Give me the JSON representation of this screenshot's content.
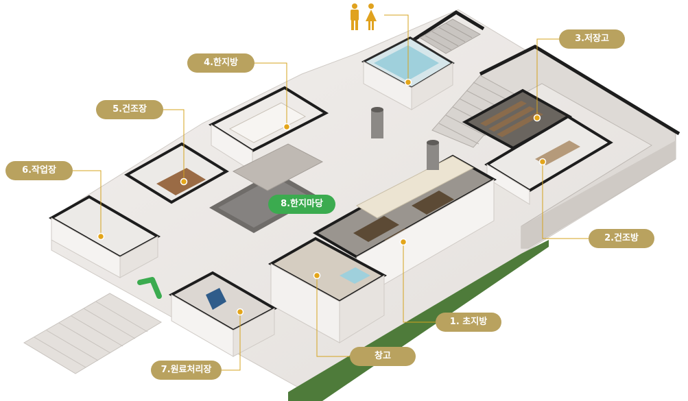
{
  "accent_colors": {
    "label": "#b9a25f",
    "label_highlight": "#3bab4f",
    "marker": "#e3a51a"
  },
  "icons": [
    "restroom-man-icon",
    "restroom-woman-icon",
    "entrance-arrow-icon"
  ],
  "labels": {
    "choji": "1. 초지방",
    "geonjo_room": "2.건조방",
    "storage_low": "3.저장고",
    "hanji_room": "4.한지방",
    "drying_yard": "5.건조장",
    "workshop": "6.작업장",
    "raw_material": "7.원료처리장",
    "hanji_yard": "8.한지마당",
    "warehouse": "창고"
  }
}
